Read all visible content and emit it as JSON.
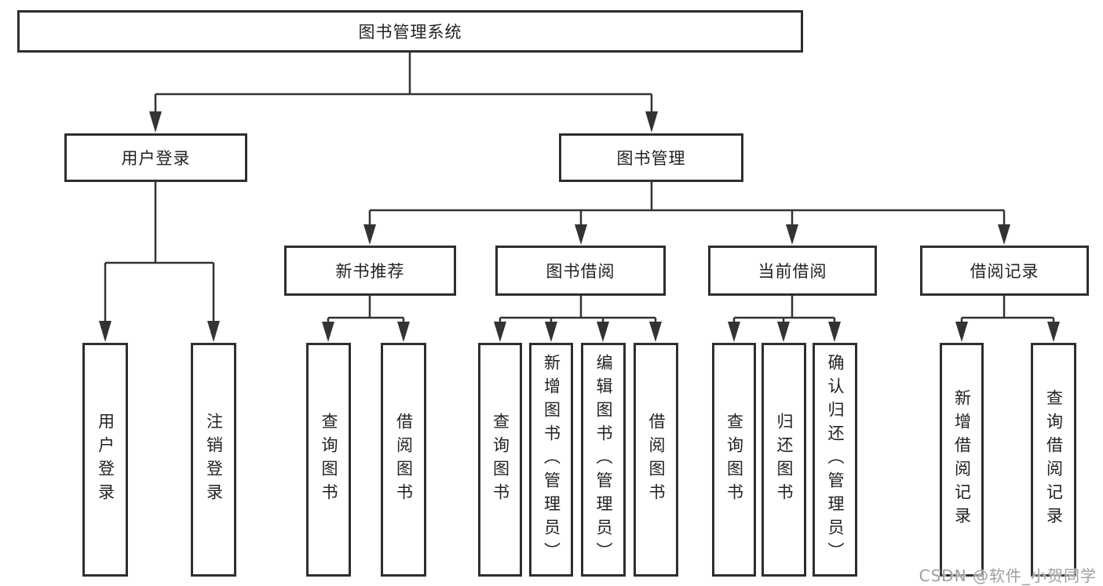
{
  "diagram": {
    "root": {
      "label": "图书管理系统"
    },
    "level2": [
      {
        "id": "user-login",
        "label": "用户登录",
        "parent": "图书管理系统"
      },
      {
        "id": "book-management",
        "label": "图书管理",
        "parent": "图书管理系统"
      }
    ],
    "level3": [
      {
        "id": "new-book-recommend",
        "label": "新书推荐",
        "parent": "图书管理"
      },
      {
        "id": "book-borrowing",
        "label": "图书借阅",
        "parent": "图书管理"
      },
      {
        "id": "current-borrowing",
        "label": "当前借阅",
        "parent": "图书管理"
      },
      {
        "id": "borrowing-records",
        "label": "借阅记录",
        "parent": "图书管理"
      }
    ],
    "leaves": [
      {
        "id": "user-login-leaf",
        "label": "用户登录",
        "parent": "用户登录"
      },
      {
        "id": "logout",
        "label": "注销登录",
        "parent": "用户登录"
      },
      {
        "id": "query-books-rec",
        "label": "查询图书",
        "parent": "新书推荐"
      },
      {
        "id": "borrow-books-rec",
        "label": "借阅图书",
        "parent": "新书推荐"
      },
      {
        "id": "query-books-borrow",
        "label": "查询图书",
        "parent": "图书借阅"
      },
      {
        "id": "add-books-admin",
        "label": "新增图书（管理员）",
        "parent": "图书借阅"
      },
      {
        "id": "edit-books-admin",
        "label": "编辑图书（管理员）",
        "parent": "图书借阅"
      },
      {
        "id": "borrow-books-borrow",
        "label": "借阅图书",
        "parent": "图书借阅"
      },
      {
        "id": "query-books-current",
        "label": "查询图书",
        "parent": "当前借阅"
      },
      {
        "id": "return-books",
        "label": "归还图书",
        "parent": "当前借阅"
      },
      {
        "id": "confirm-return-admin",
        "label": "确认归还（管理员）",
        "parent": "当前借阅"
      },
      {
        "id": "add-borrow-record",
        "label": "新增借阅记录",
        "parent": "借阅记录"
      },
      {
        "id": "query-borrow-record",
        "label": "查询借阅记录",
        "parent": "借阅记录"
      }
    ],
    "colors": {
      "line": "#333333",
      "box_border": "#2e2e2e",
      "box_fill": "#ffffff",
      "text": "#222222",
      "watermark": "#9f9f9f",
      "background": "#ffffff"
    }
  },
  "watermark": {
    "text": "CSDN @软件_小贺同学"
  }
}
